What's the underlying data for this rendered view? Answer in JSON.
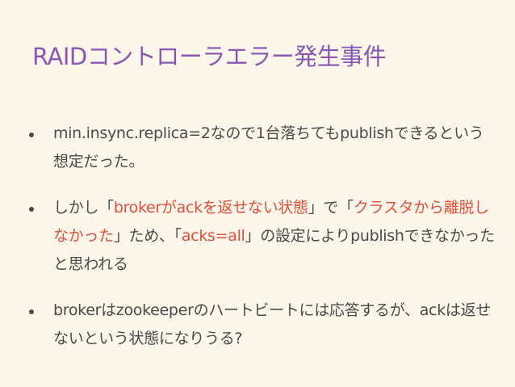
{
  "title": "RAIDコントローラエラー発生事件",
  "bullets": [
    {
      "segments": [
        {
          "text": "min.insync.replica=2なので1台落ちてもpublishできるという想定だった。",
          "highlight": false
        }
      ]
    },
    {
      "segments": [
        {
          "text": "しかし「",
          "highlight": false
        },
        {
          "text": "brokerがackを返せない状態",
          "highlight": true
        },
        {
          "text": "」で「",
          "highlight": false
        },
        {
          "text": "クラスタから離脱しなかった",
          "highlight": true
        },
        {
          "text": "」ため、「",
          "highlight": false
        },
        {
          "text": "acks=all",
          "highlight": true
        },
        {
          "text": "」の設定によりpublishできなかったと思われる",
          "highlight": false
        }
      ]
    },
    {
      "segments": [
        {
          "text": "brokerはzookeeperのハートビートには応答するが、ackは返せないという状態になりうる?",
          "highlight": false
        }
      ]
    }
  ],
  "colors": {
    "background": "#fcf7ea",
    "title": "#8b57b3",
    "body_text": "#4a4a4a",
    "highlight": "#e64e3c"
  }
}
